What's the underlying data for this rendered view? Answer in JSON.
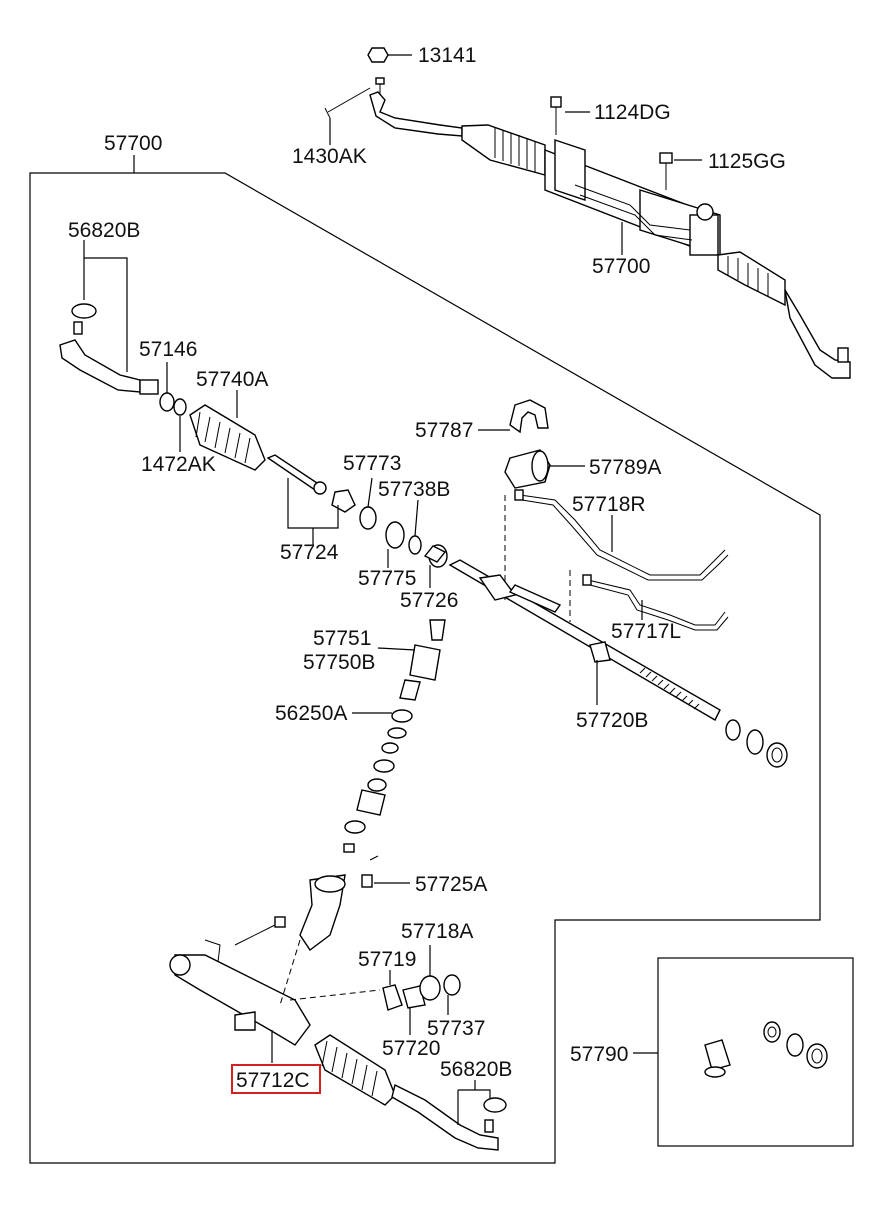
{
  "diagram": {
    "labels": {
      "p13141": "13141",
      "p1430ak": "1430AK",
      "p1124dg": "1124DG",
      "p1125gg": "1125GG",
      "p57700_top": "57700",
      "p57700_frame": "57700",
      "p56820b_top": "56820B",
      "p57146": "57146",
      "p57740a": "57740A",
      "p1472ak": "1472AK",
      "p57787": "57787",
      "p57789a": "57789A",
      "p57773": "57773",
      "p57738b": "57738B",
      "p57718r": "57718R",
      "p57724": "57724",
      "p57775": "57775",
      "p57726": "57726",
      "p57751": "57751",
      "p57750b": "57750B",
      "p57717l": "57717L",
      "p56250a": "56250A",
      "p57720b": "57720B",
      "p57725a": "57725A",
      "p57718a": "57718A",
      "p57719": "57719",
      "p57737": "57737",
      "p57720": "57720",
      "p57790": "57790",
      "p57712c": "57712C",
      "p56820b_bottom": "56820B"
    },
    "highlight_color": "#d42020"
  }
}
